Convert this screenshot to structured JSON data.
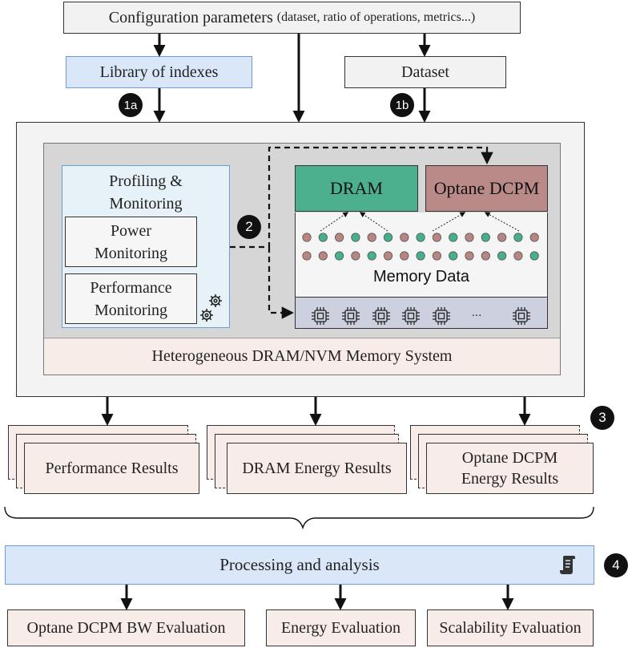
{
  "config": {
    "label": "Configuration parameters",
    "detail": "(dataset, ratio of operations, metrics...)"
  },
  "library": {
    "label": "Library of indexes"
  },
  "dataset": {
    "label": "Dataset"
  },
  "badges": {
    "b1a": "1a",
    "b1b": "1b",
    "b2": "2",
    "b3": "3",
    "b4": "4"
  },
  "profiling": {
    "title_line1": "Profiling &",
    "title_line2": "Monitoring",
    "power_line1": "Power",
    "power_line2": "Monitoring",
    "perf_line1": "Performance",
    "perf_line2": "Monitoring"
  },
  "memory": {
    "dram": "DRAM",
    "optane": "Optane DCPM",
    "data_label": "Memory Data",
    "ellipsis": "...",
    "system_label": "Heterogeneous DRAM/NVM Memory System"
  },
  "results": {
    "performance": "Performance Results",
    "dram_energy": "DRAM Energy Results",
    "optane_line1": "Optane DCPM",
    "optane_line2": "Energy Results"
  },
  "processing": {
    "label": "Processing and analysis"
  },
  "evaluations": {
    "optane_bw": "Optane DCPM BW Evaluation",
    "energy": "Energy Evaluation",
    "scalability": "Scalability Evaluation"
  },
  "colors": {
    "blue_fill": "#dae7f8",
    "blue_border": "#6c9bd8",
    "dram_green": "#4caf8e",
    "optane_rose": "#b98a87",
    "dot_green": "#45b08a",
    "dot_rose": "#b88583",
    "pink_fill": "#f8ece8",
    "gray_panel": "#d6d6d6",
    "cpu_row": "#cdd0df"
  },
  "icons": {
    "gears": "gear-pair-icon",
    "script": "scroll-icon",
    "chip": "cpu-chip-icon"
  }
}
